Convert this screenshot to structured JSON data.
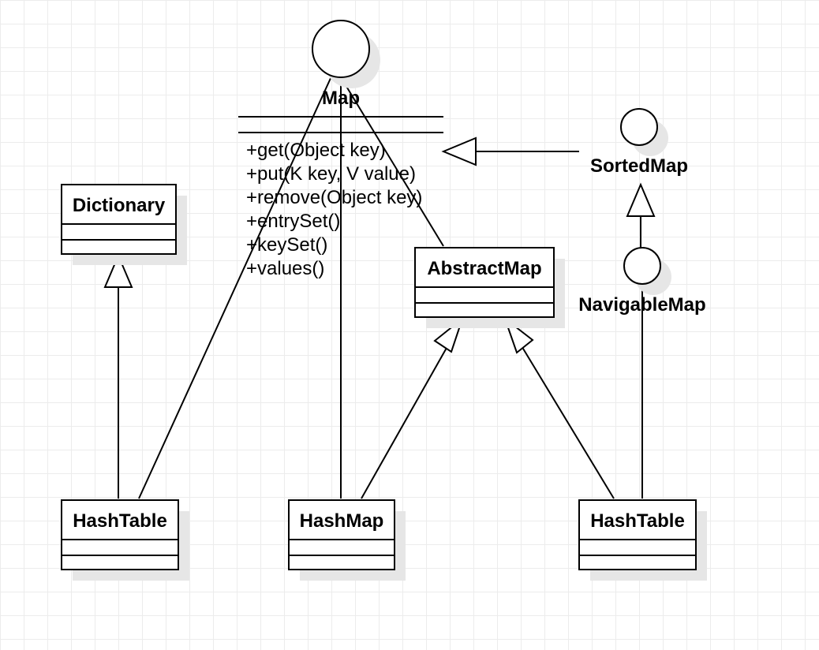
{
  "interfaces": {
    "map": {
      "name": "Map",
      "operations": [
        "+get(Object key)",
        "+put(K key, V value)",
        "+remove(Object key)",
        "+entrySet()",
        "+keySet()",
        "+values()"
      ]
    },
    "sorted_map": {
      "name": "SortedMap"
    },
    "navigable_map": {
      "name": "NavigableMap"
    }
  },
  "classes": {
    "dictionary": {
      "name": "Dictionary"
    },
    "abstract_map": {
      "name": "AbstractMap"
    },
    "hashtable_left": {
      "name": "HashTable"
    },
    "hashmap": {
      "name": "HashMap"
    },
    "hashtable_right": {
      "name": "HashTable"
    }
  }
}
